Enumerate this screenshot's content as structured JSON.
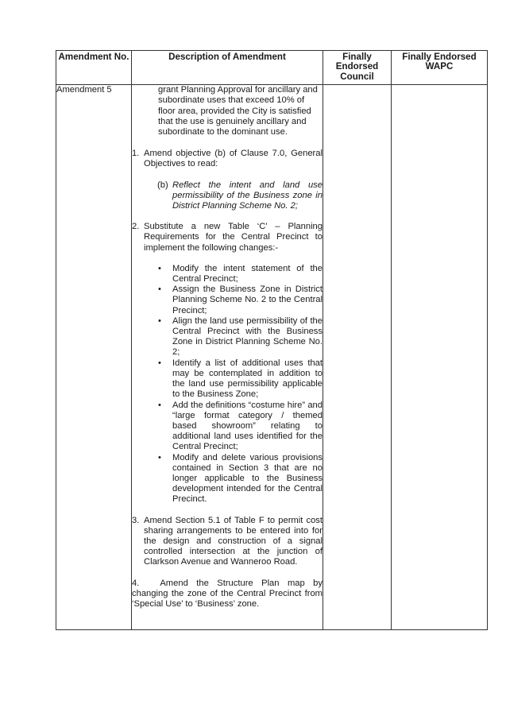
{
  "table": {
    "headers": {
      "amendment_no": "Amendment No.",
      "description": "Description of Amendment",
      "council": "Finally Endorsed Council",
      "wapc": "Finally Endorsed WAPC"
    },
    "row": {
      "amendment_label": "Amendment 5",
      "continuation_text": "grant Planning Approval for ancillary and subordinate uses that exceed 10% of floor area, provided the City is satisfied that the use is genuinely ancillary and subordinate to the dominant use.",
      "items": [
        {
          "num": "1.",
          "text": "Amend objective (b) of Clause 7.0, General Objectives to read:",
          "sub_label": "(b)",
          "sub_text": "Reflect the intent and land use permissibility of the Business zone in District Planning Scheme No. 2;"
        },
        {
          "num": "2.",
          "text": "Substitute a new Table ‘C’ – Planning Requirements for the Central Precinct to implement the following changes:-",
          "bullets": [
            "Modify the intent statement of the Central Precinct;",
            "Assign the Business Zone in District Planning Scheme No. 2 to the Central Precinct;",
            "Align the land use permissibility of the Central Precinct with the Business Zone in District Planning Scheme No. 2;",
            "Identify a list of additional uses that may be contemplated in addition to the land use permissibility applicable to the Business Zone;",
            "Add the definitions “costume hire” and “large format category / themed based showroom” relating to additional land uses identified for the Central Precinct;",
            "Modify and delete various provisions contained in Section 3 that are no longer applicable to the Business development intended for the Central Precinct."
          ]
        },
        {
          "num": "3.",
          "text": "Amend Section 5.1 of Table F to permit cost sharing arrangements to be entered into for the design and construction of a signal controlled intersection at the junction of Clarkson Avenue and Wanneroo Road."
        },
        {
          "num": "4.",
          "text": "Amend the Structure Plan map by changing the zone of the Central Precinct from ‘Special Use’ to ‘Business’ zone."
        }
      ],
      "bullet_glyph": "•",
      "council_value": "",
      "wapc_value": ""
    }
  }
}
